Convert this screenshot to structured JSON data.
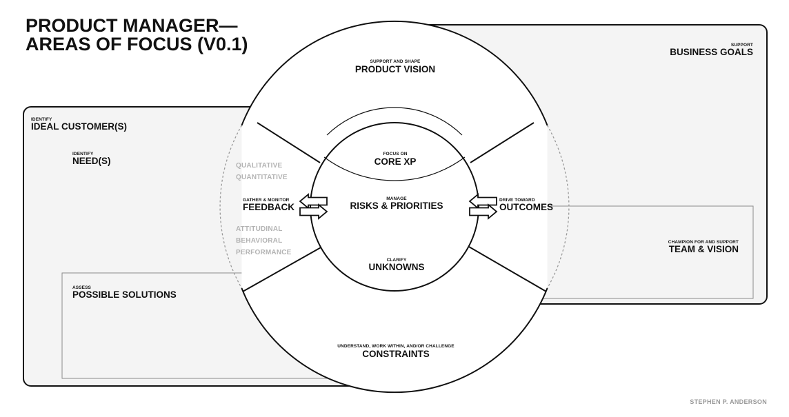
{
  "title": {
    "line1": "PRODUCT MANAGER—",
    "line2": "AREAS OF FOCUS (V0.1)"
  },
  "left_panel": {
    "ideal_customers": {
      "kicker": "IDENTIFY",
      "label": "IDEAL CUSTOMER(S)"
    },
    "needs": {
      "kicker": "IDENTIFY",
      "label": "NEED(S)"
    },
    "possible_solutions": {
      "kicker": "ASSESS",
      "label": "POSSIBLE SOLUTIONS"
    }
  },
  "right_panel": {
    "business_goals": {
      "kicker": "SUPPORT",
      "label": "BUSINESS GOALS"
    },
    "team_vision": {
      "kicker": "CHAMPION FOR AND SUPPORT",
      "label": "TEAM & VISION"
    }
  },
  "circle": {
    "product_vision": {
      "kicker": "SUPPORT AND SHAPE",
      "label": "PRODUCT VISION"
    },
    "constraints": {
      "kicker": "UNDERSTAND, WORK WITHIN, AND/OR CHALLENGE",
      "label": "CONSTRAINTS"
    },
    "core_xp": {
      "kicker": "FOCUS ON",
      "label": "CORE XP"
    },
    "risks": {
      "kicker": "MANAGE",
      "label": "RISKS & PRIORITIES"
    },
    "unknowns": {
      "kicker": "CLARIFY",
      "label": "UNKNOWNS"
    }
  },
  "feedback": {
    "kicker": "GATHER & MONITOR",
    "label": "FEEDBACK",
    "types": [
      "QUALITATIVE",
      "QUANTITATIVE",
      "ATTITUDINAL",
      "BEHAVIORAL",
      "PERFORMANCE"
    ]
  },
  "outcomes": {
    "kicker": "DRIVE TOWARD",
    "label": "OUTCOMES"
  },
  "credit": "STEPHEN P. ANDERSON"
}
